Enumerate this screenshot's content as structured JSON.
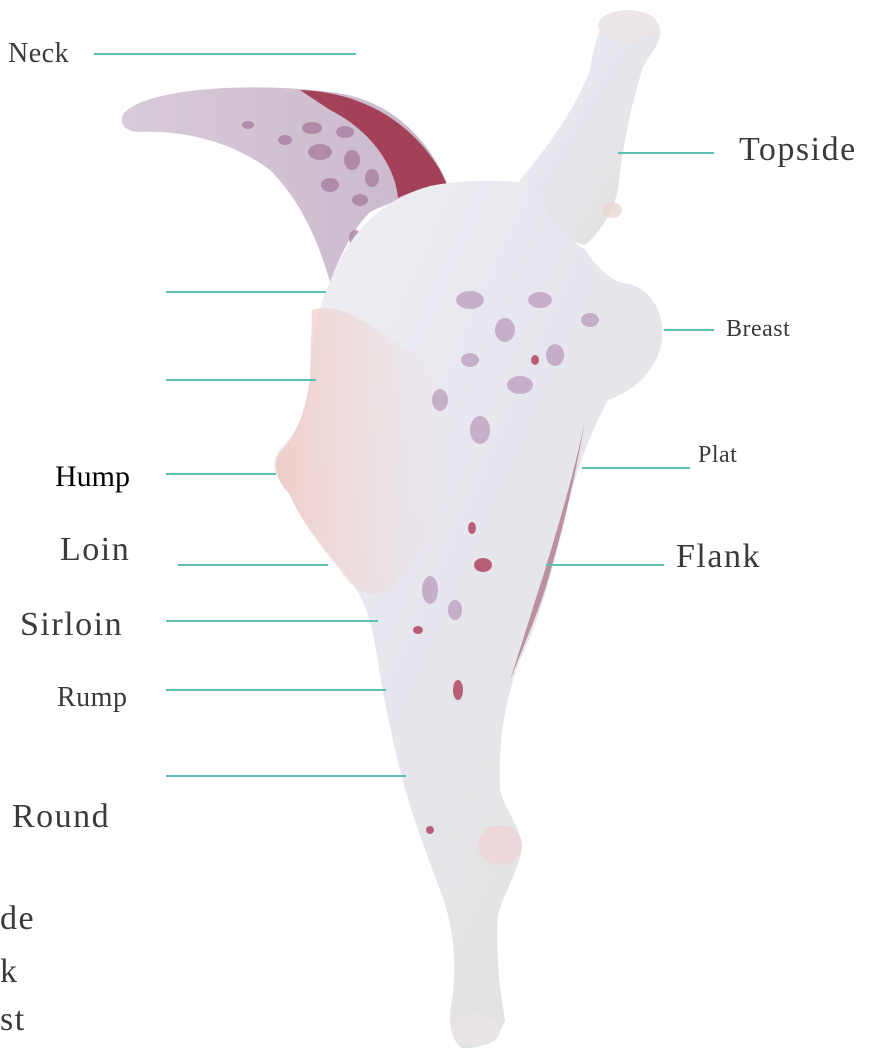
{
  "labels": {
    "neck": "Neck",
    "topside": "Topside",
    "breast": "Breast",
    "plat": "Plat",
    "hump": "Hump",
    "loin": "Loin",
    "flank": "Flank",
    "sirloin": "Sirloin",
    "rump": "Rump",
    "round": "Round",
    "cut_off_1": "de",
    "cut_off_2": "k",
    "cut_off_3": "st"
  },
  "colors": {
    "leader_line": "#5bbfb4",
    "label_text": "#3a3a3a",
    "meat_fat": "#e9e6ec",
    "meat_muscle": "#b77b96",
    "meat_lean": "#a3243b"
  }
}
